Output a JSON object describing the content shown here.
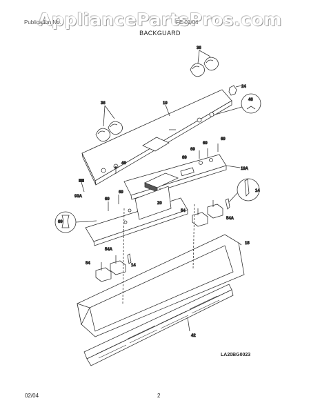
{
  "watermark": "AppliancePartsPros.com",
  "header": {
    "left": "Publication No.",
    "right": "FE 01/04",
    "section_title": "BACKGUARD"
  },
  "part_labels": {
    "p36_top": "36",
    "p36_left": "36",
    "p24": "24",
    "p19": "19",
    "p46_callout": "46",
    "p46": "46",
    "p69_a": "69",
    "p69_b": "69",
    "p69_c": "69",
    "p69_d": "69",
    "p19a": "19A",
    "p14_callout": "14",
    "p93a": "93A",
    "p20": "20",
    "p54_right": "54",
    "p54a_right": "54A",
    "p69_callout": "69",
    "p15": "15",
    "p54a_left": "54A",
    "p54_left": "54",
    "p14": "14",
    "p42": "42"
  },
  "drawing_code": "LA20BG0023",
  "footer": {
    "date": "02/04",
    "page": "2"
  }
}
